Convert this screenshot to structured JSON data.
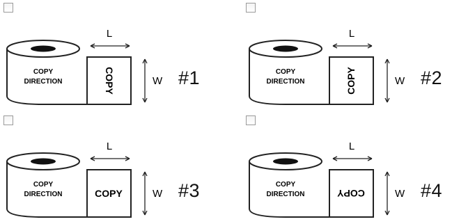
{
  "options": [
    {
      "id": "opt1",
      "checked": false,
      "copy_text": "COPY",
      "copy_orientation": "rotated-90-cw",
      "direction_line1": "COPY",
      "direction_line2": "DIRECTION",
      "length_label": "L",
      "width_label": "W",
      "option_label": "#1"
    },
    {
      "id": "opt2",
      "checked": false,
      "copy_text": "COPY",
      "copy_orientation": "rotated-90-ccw",
      "direction_line1": "COPY",
      "direction_line2": "DIRECTION",
      "length_label": "L",
      "width_label": "W",
      "option_label": "#2"
    },
    {
      "id": "opt3",
      "checked": false,
      "copy_text": "COPY",
      "copy_orientation": "upright",
      "direction_line1": "COPY",
      "direction_line2": "DIRECTION",
      "length_label": "L",
      "width_label": "W",
      "option_label": "#3"
    },
    {
      "id": "opt4",
      "checked": false,
      "copy_text": "COPY",
      "copy_orientation": "upside-down",
      "direction_line1": "COPY",
      "direction_line2": "DIRECTION",
      "length_label": "L",
      "width_label": "W",
      "option_label": "#4"
    }
  ],
  "colors": {
    "line": "#222222",
    "checkbox_border": "#9a9a9a",
    "background": "#ffffff"
  }
}
